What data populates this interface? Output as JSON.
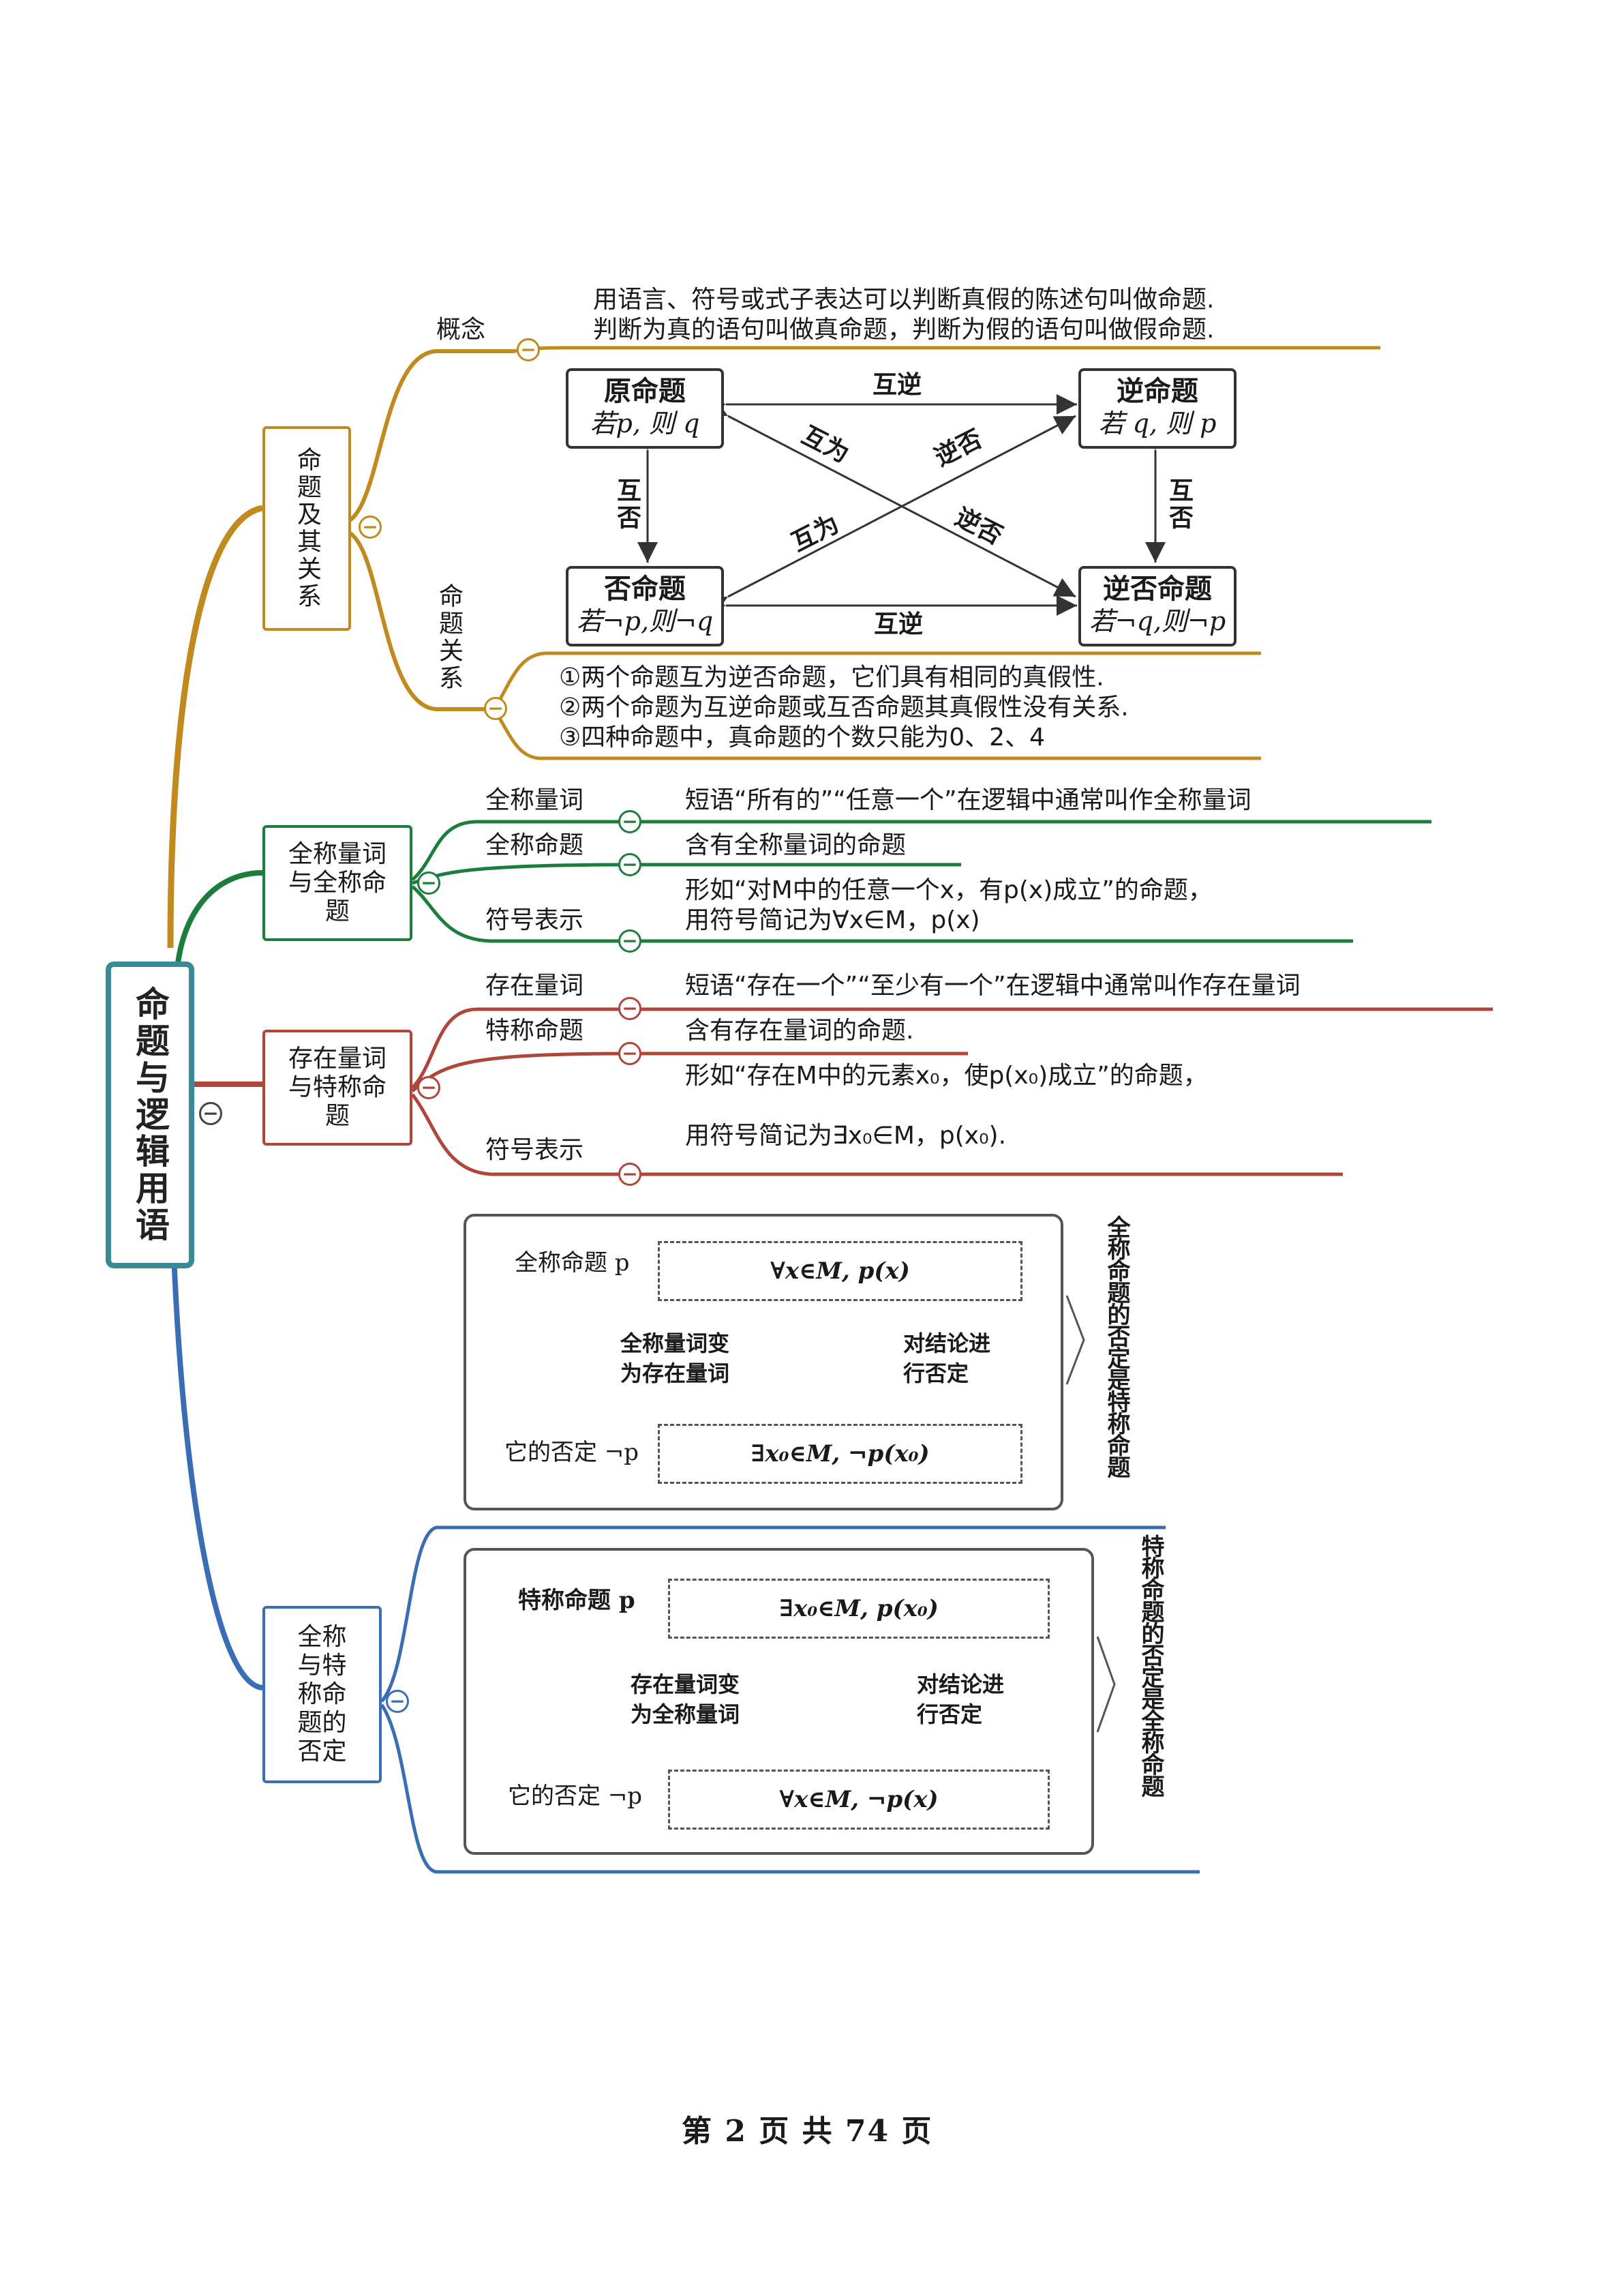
{
  "root": {
    "label": "命题与逻辑用语"
  },
  "branch1": {
    "label": "命题及其关系",
    "concept": {
      "label": "概念",
      "lines": [
        "用语言、符号或式子表达可以判断真假的陈述句叫做命题.",
        "判断为真的语句叫做真命题，判断为假的语句叫做假命题."
      ]
    },
    "square": {
      "original": {
        "title": "原命题",
        "formula": "若p, 则 q"
      },
      "converse": {
        "title": "逆命题",
        "formula": "若 q, 则 p"
      },
      "inverse": {
        "title": "否命题",
        "formula": "若¬p,则¬q"
      },
      "contrapositive": {
        "title": "逆否命题",
        "formula": "若¬q,则¬p"
      },
      "top_label": "互逆",
      "bottom_label": "互逆",
      "left_label": "互否",
      "right_label": "互否",
      "diag_a1": "互为",
      "diag_a2": "逆否",
      "diag_b1": "逆否",
      "diag_b2": "互为"
    },
    "relation": {
      "label": "命题关系",
      "lines": [
        "①两个命题互为逆否命题，它们具有相同的真假性.",
        "②两个命题为互逆命题或互否命题其真假性没有关系.",
        "③四种命题中，真命题的个数只能为0、2、4"
      ]
    }
  },
  "branch2": {
    "label": "全称量词与全称命题",
    "items": [
      {
        "label": "全称量词",
        "lines": [
          "短语“所有的”“任意一个”在逻辑中通常叫作全称量词"
        ]
      },
      {
        "label": "全称命题",
        "lines": [
          "含有全称量词的命题"
        ]
      },
      {
        "label": "符号表示",
        "lines": [
          "形如“对M中的任意一个x，有p(x)成立”的命题，",
          "用符号简记为∀x∈M，p(x)"
        ]
      }
    ]
  },
  "branch3": {
    "label": "存在量词与特称命题",
    "items": [
      {
        "label": "存在量词",
        "lines": [
          "短语“存在一个”“至少有一个”在逻辑中通常叫作存在量词"
        ]
      },
      {
        "label": "特称命题",
        "lines": [
          "含有存在量词的命题."
        ]
      },
      {
        "label": "符号表示",
        "lines": [
          "形如“存在M中的元素x₀，使p(x₀)成立”的命题，",
          "用符号简记为∃x₀∈M，p(x₀)."
        ]
      }
    ]
  },
  "branch4": {
    "label": "全称与特称命题的否定",
    "panel1": {
      "prop_label": "全称命题 p",
      "prop_formula": "∀x∈M, p(x)",
      "step1": [
        "全称量词变",
        "为存在量词"
      ],
      "step2": [
        "对结论进",
        "行否定"
      ],
      "neg_label": "它的否定 ¬p",
      "neg_formula": "∃x₀∈M, ¬p(x₀)",
      "side_note": "全称命题的否定是特称命题"
    },
    "panel2": {
      "prop_label": "特称命题 p",
      "prop_formula": "∃x₀∈M, p(x₀)",
      "step1": [
        "存在量词变",
        "为全称量词"
      ],
      "step2": [
        "对结论进",
        "行否定"
      ],
      "neg_label": "它的否定 ¬p",
      "neg_formula": "∀x∈M, ¬p(x)",
      "side_note": "特称命题的否定是全称命题"
    }
  },
  "footer": {
    "text": "第 2 页 共 74 页"
  },
  "colors": {
    "gold": "#c08a1e",
    "green": "#1b7e3c",
    "red": "#b0463a",
    "blue": "#3b6db5",
    "root": "#3a8a96"
  },
  "icons": {
    "collapse": "minus-circle-icon"
  }
}
